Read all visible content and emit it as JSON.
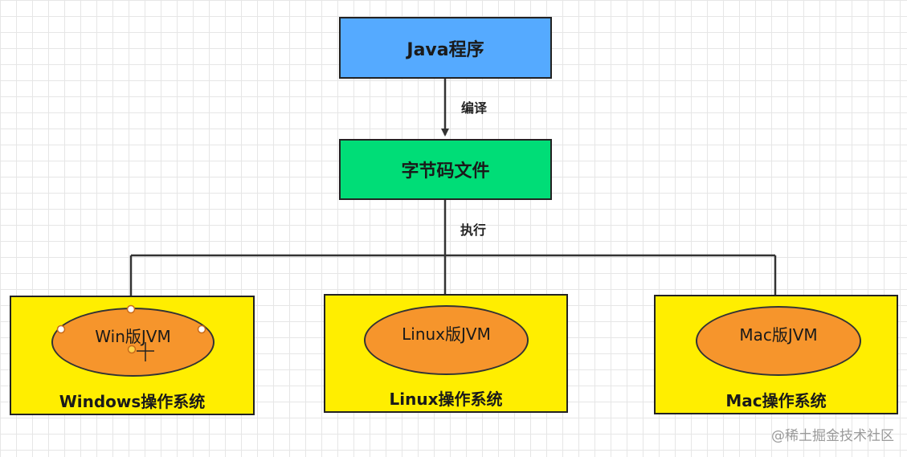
{
  "nodes": {
    "java_program": "Java程序",
    "bytecode": "字节码文件",
    "win_jvm": "Win版JVM",
    "linux_jvm": "Linux版JVM",
    "mac_jvm": "Mac版JVM",
    "windows_os": "Windows操作系统",
    "linux_os": "Linux操作系统",
    "mac_os": "Mac操作系统"
  },
  "edges": {
    "compile": "编译",
    "execute": "执行"
  },
  "watermark": "@稀土掘金技术社区",
  "colors": {
    "java_box": "#55aaff",
    "bytecode_box": "#00dd77",
    "os_box": "#ffee00",
    "jvm_ellipse": "#f6952c"
  }
}
